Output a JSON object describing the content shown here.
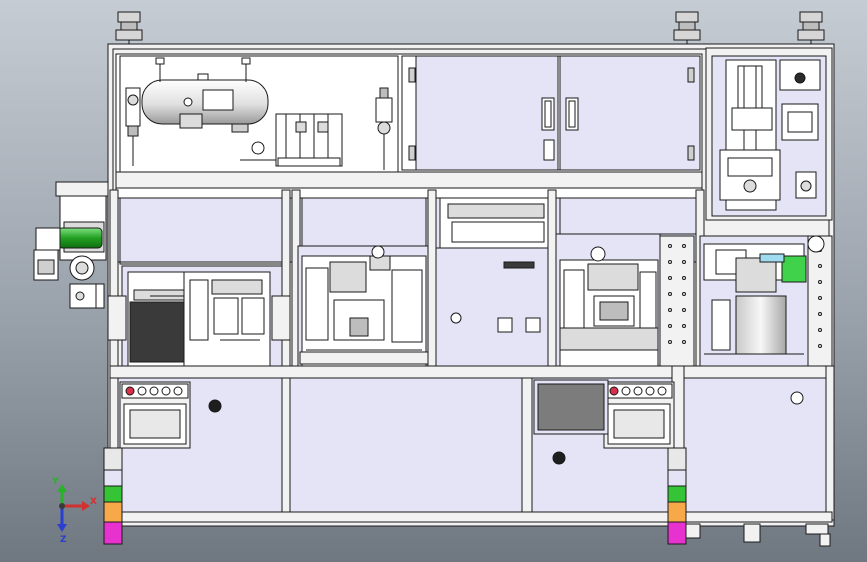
{
  "colors": {
    "background_top": "#c6ccd3",
    "background_bottom": "#6f7780",
    "panel_fill": "#e4e4f6",
    "frame": "#f2f2f2",
    "outline": "#1a1a1a",
    "screen": "#7c7c7c",
    "tower_green": "#35c435",
    "tower_orange": "#f7a94a",
    "tower_magenta": "#e832d0",
    "motor_green": "#2fb52f",
    "sensor_green": "#3fd24a",
    "estop_red": "#d7304a"
  },
  "triad": {
    "x_label": "X",
    "y_label": "Y",
    "z_label": "Z",
    "x_color": "#d33030",
    "y_color": "#29b129",
    "z_color": "#2a3fcf"
  }
}
